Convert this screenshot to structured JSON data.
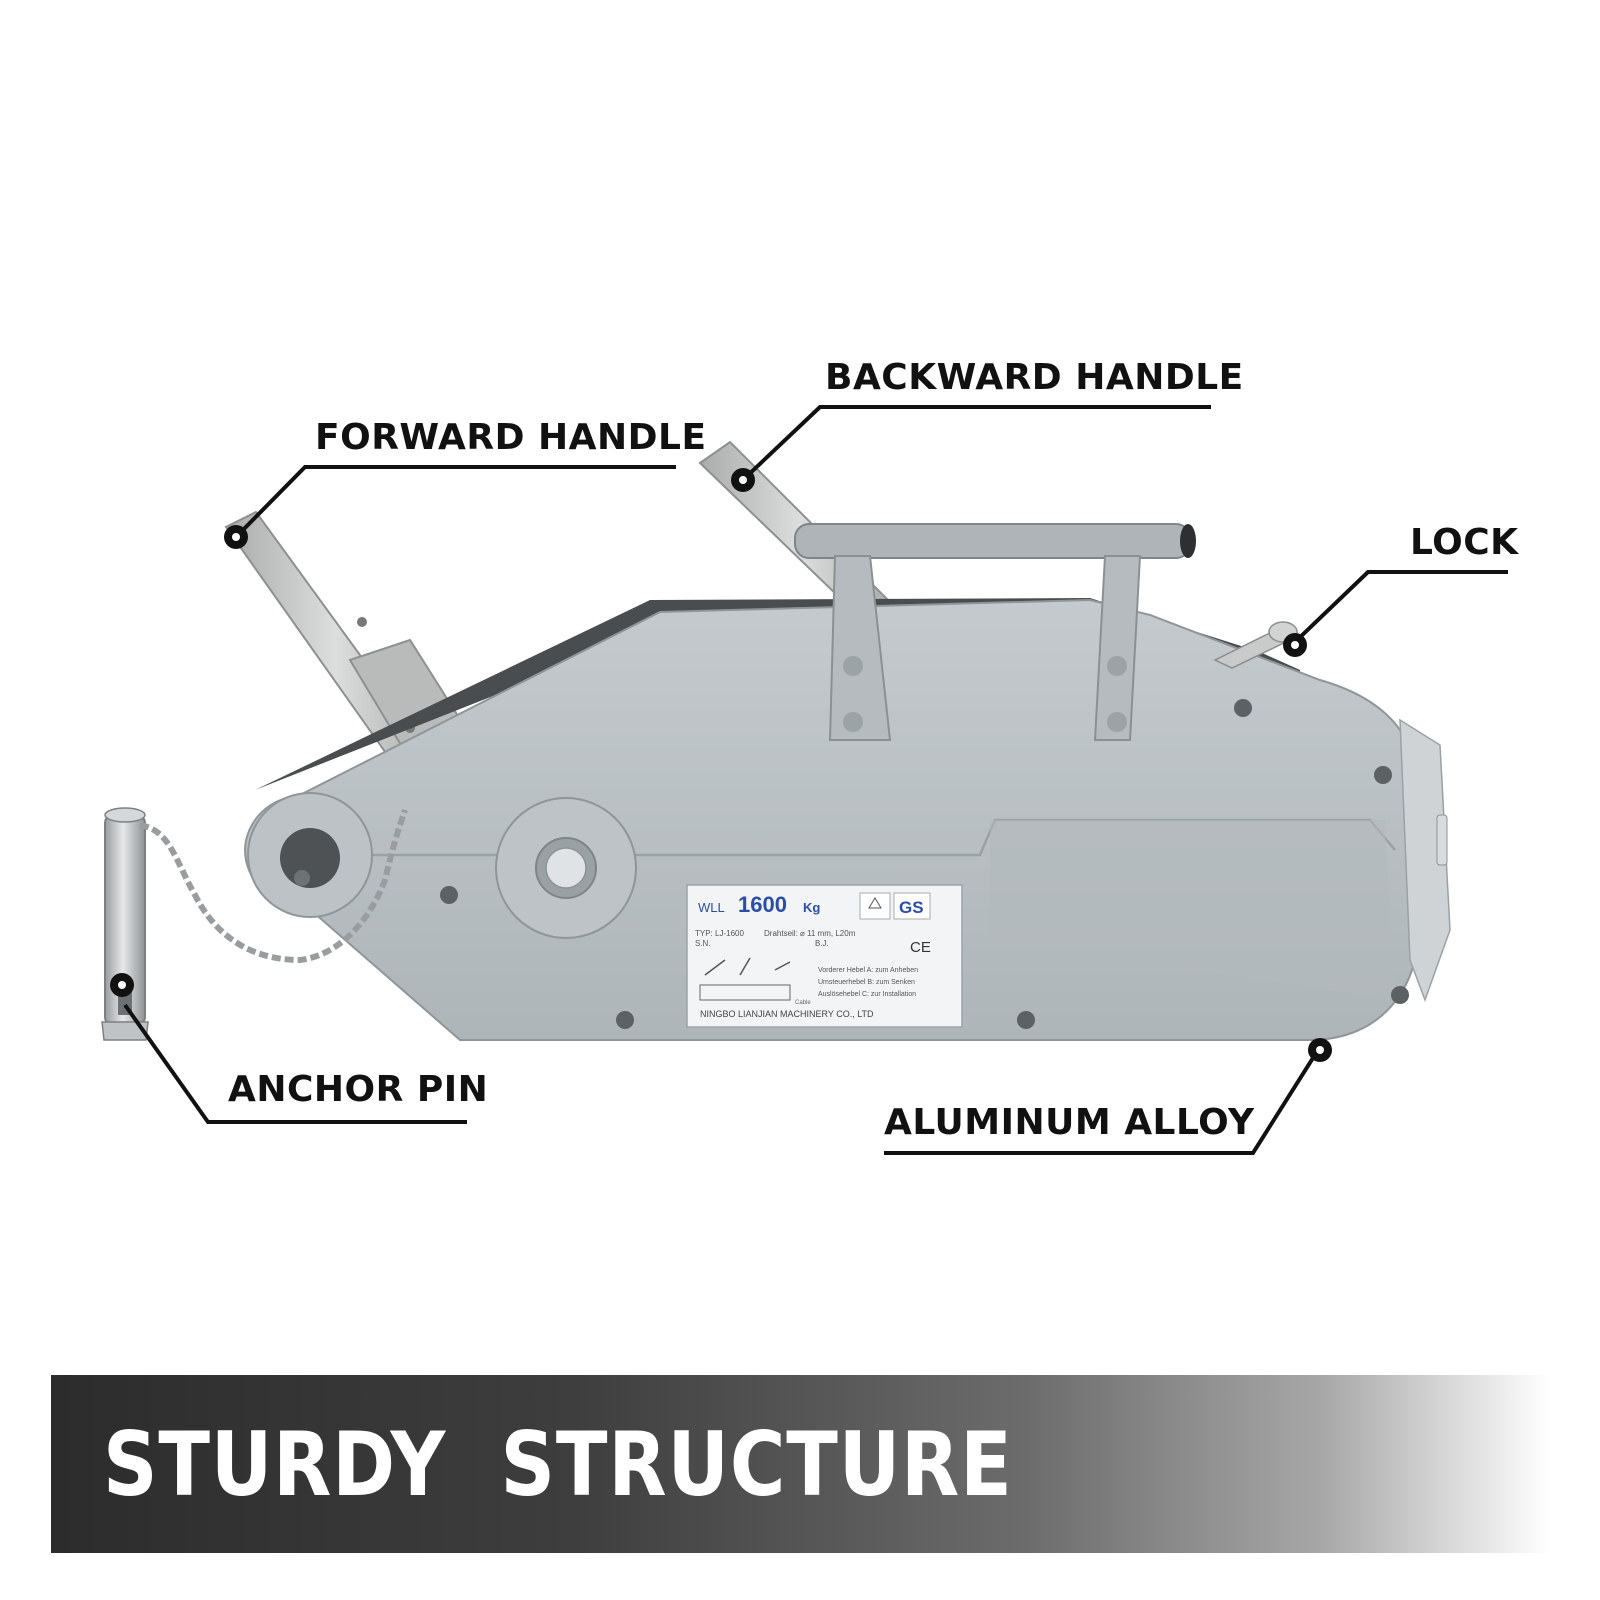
{
  "callouts": {
    "forward_handle": "FORWARD HANDLE",
    "backward_handle": "BACKWARD HANDLE",
    "lock": "LOCK",
    "anchor_pin": "ANCHOR PIN",
    "aluminum_alloy": "ALUMINUM ALLOY"
  },
  "banner": {
    "title": "STURDY  STRUCTURE"
  },
  "nameplate": {
    "wll_label": "WLL",
    "capacity": "1600",
    "unit": "Kg",
    "cert_gs": "GS",
    "cert_ce": "CE",
    "typ_line": "TYP: LJ-1600",
    "rope_line": "Drahtseil: ⌀ 11 mm, L20m",
    "sn_line": "S.N.",
    "bj_line": "B.J.",
    "instr_a": "Vorderer Hebel A: zum Anheben",
    "instr_b": "Umsteuerhebel B: zum Senken",
    "instr_c": "Auslösehebel C: zur Installation",
    "cable": "Cable",
    "manufacturer": "NINGBO LIANJIAN MACHINERY CO., LTD"
  },
  "colors": {
    "body": "#b9bfc2",
    "body_dark": "#9ea5a9",
    "handle_metal": "#c7c9c8",
    "text": "#111111",
    "plate_blue": "#2a4ea8"
  }
}
